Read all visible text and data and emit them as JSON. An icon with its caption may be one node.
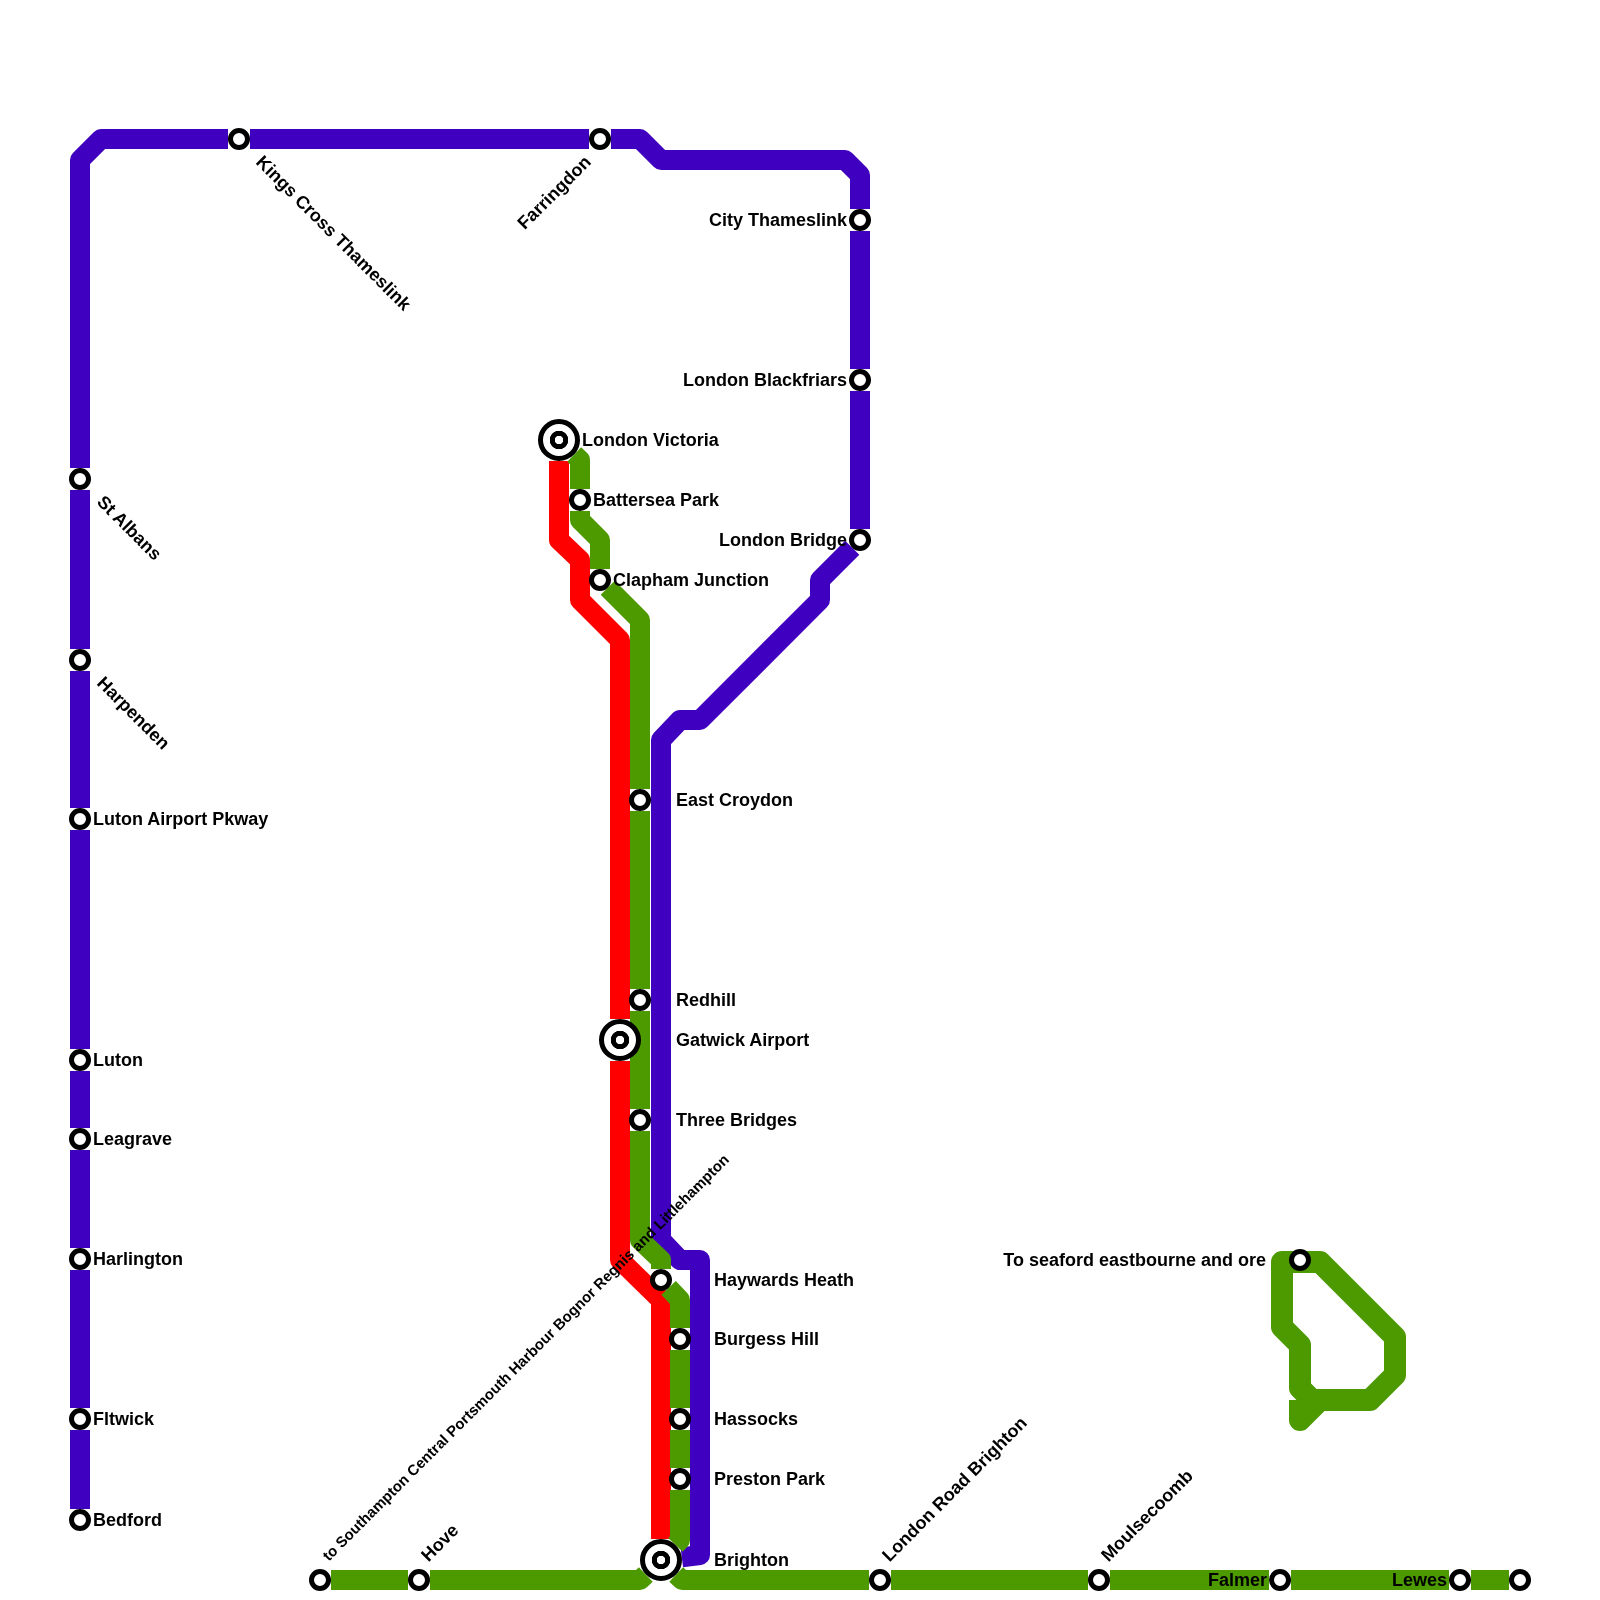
{
  "diagram": {
    "nodes": [
      {
        "text": [],
        "shape": "circle",
        "beside": [
          "Kings Cross Thameslink"
        ]
      },
      {
        "text": [],
        "shape": "circle",
        "beside": [
          "Farringdon"
        ]
      },
      {
        "text": [],
        "shape": "circle",
        "beside": [
          "City Thameslink"
        ]
      },
      {
        "text": [],
        "shape": "circle",
        "beside": [
          "London Blackfriars"
        ]
      },
      {
        "text": [],
        "shape": "circle",
        "beside": [
          "London Victoria"
        ]
      },
      {
        "text": [],
        "shape": "circle",
        "beside": [
          "St Albans"
        ]
      },
      {
        "text": [],
        "shape": "circle",
        "beside": [
          "Battersea Park"
        ]
      },
      {
        "text": [],
        "shape": "circle",
        "beside": [
          "London Bridge"
        ]
      },
      {
        "text": [],
        "shape": "circle",
        "beside": [
          "Clapham Junction"
        ]
      },
      {
        "text": [],
        "shape": "circle",
        "beside": [
          "Harpenden"
        ]
      },
      {
        "text": [],
        "shape": "circle",
        "beside": [
          "East Croydon"
        ]
      },
      {
        "text": [],
        "shape": "circle",
        "beside": [
          "Luton Airport Pkway"
        ]
      },
      {
        "text": [],
        "shape": "circle",
        "beside": [
          "Redhill"
        ]
      },
      {
        "text": [],
        "shape": "circle",
        "beside": [
          "Gatwick Airport"
        ]
      },
      {
        "text": [],
        "shape": "circle",
        "beside": [
          "Luton"
        ]
      },
      {
        "text": [],
        "shape": "circle",
        "beside": [
          "Three Bridges"
        ]
      },
      {
        "text": [],
        "shape": "circle",
        "beside": [
          "Leagrave"
        ]
      },
      {
        "text": [],
        "shape": "circle",
        "beside": [
          "To seaford eastbourne and ore"
        ]
      },
      {
        "text": [],
        "shape": "circle",
        "beside": [
          "Harlington"
        ]
      },
      {
        "text": [],
        "shape": "circle",
        "beside": [
          "Haywards Heath"
        ]
      },
      {
        "text": [],
        "shape": "circle",
        "beside": [
          "Burgess Hill"
        ]
      },
      {
        "text": [],
        "shape": "circle",
        "beside": [
          "Fltwick"
        ]
      },
      {
        "text": [],
        "shape": "circle",
        "beside": [
          "Hassocks"
        ]
      },
      {
        "text": [],
        "shape": "circle",
        "beside": [
          "Preston Park"
        ]
      },
      {
        "text": [],
        "shape": "circle",
        "beside": [
          "Bedford"
        ]
      },
      {
        "text": [],
        "shape": "circle",
        "beside": [
          "Brighton"
        ]
      },
      {
        "text": [],
        "shape": "circle",
        "beside": [
          "to Southampton Central Portsmouth Harbour Bognor Regnis and Littlehampton"
        ]
      },
      {
        "text": [],
        "shape": "circle",
        "beside": [
          "Hove"
        ]
      },
      {
        "text": [],
        "shape": "circle",
        "beside": [
          "London Road Brighton"
        ]
      },
      {
        "text": [],
        "shape": "circle",
        "beside": [
          "Moulsecoomb"
        ]
      },
      {
        "text": [],
        "shape": "circle",
        "beside": [
          "Falmer"
        ]
      },
      {
        "text": [],
        "shape": "circle",
        "beside": [
          "Lewes"
        ]
      },
      {
        "text": [],
        "shape": "circle"
      }
    ],
    "edges": [
      {
        "from": 24,
        "to": 21,
        "arrow": "none",
        "color": "#4000c0"
      },
      {
        "from": 21,
        "to": 18,
        "arrow": "none",
        "color": "#4000c0"
      },
      {
        "from": 18,
        "to": 16,
        "arrow": "none",
        "color": "#4000c0"
      },
      {
        "from": 16,
        "to": 14,
        "arrow": "none",
        "color": "#4000c0"
      },
      {
        "from": 14,
        "to": 11,
        "arrow": "none",
        "color": "#4000c0"
      },
      {
        "from": 11,
        "to": 9,
        "arrow": "none",
        "color": "#4000c0"
      },
      {
        "from": 9,
        "to": 5,
        "arrow": "none",
        "color": "#4000c0"
      },
      {
        "from": 5,
        "to": 0,
        "arrow": "none",
        "color": "#4000c0"
      },
      {
        "from": 0,
        "to": 1,
        "arrow": "none",
        "color": "#4000c0"
      },
      {
        "from": 1,
        "to": 2,
        "arrow": "none",
        "color": "#4000c0"
      },
      {
        "from": 2,
        "to": 3,
        "arrow": "none",
        "color": "#4000c0"
      },
      {
        "from": 3,
        "to": 7,
        "arrow": "none",
        "color": "#4000c0"
      },
      {
        "from": 7,
        "to": 25,
        "arrow": "none",
        "color": "#4000c0"
      },
      {
        "from": 4,
        "to": 13,
        "arrow": "none",
        "color": "#ff0000"
      },
      {
        "from": 13,
        "to": 25,
        "arrow": "none",
        "color": "#ff0000"
      },
      {
        "from": 4,
        "to": 6,
        "arrow": "none"
      },
      {
        "from": 6,
        "to": 8,
        "arrow": "none"
      },
      {
        "from": 8,
        "to": 10,
        "arrow": "none"
      },
      {
        "from": 10,
        "to": 12,
        "arrow": "none"
      },
      {
        "from": 12,
        "to": 15,
        "arrow": "none"
      },
      {
        "from": 15,
        "to": 19,
        "arrow": "none"
      },
      {
        "from": 19,
        "to": 20,
        "arrow": "none"
      },
      {
        "from": 20,
        "to": 22,
        "arrow": "none"
      },
      {
        "from": 22,
        "to": 23,
        "arrow": "none"
      },
      {
        "from": 23,
        "to": 25,
        "arrow": "none"
      },
      {
        "from": 26,
        "to": 27,
        "arrow": "none"
      },
      {
        "from": 27,
        "to": 25,
        "arrow": "none"
      },
      {
        "from": 25,
        "to": 28,
        "arrow": "none"
      },
      {
        "from": 28,
        "to": 29,
        "arrow": "none"
      },
      {
        "from": 29,
        "to": 30,
        "arrow": "none"
      },
      {
        "from": 30,
        "to": 31,
        "arrow": "none"
      },
      {
        "from": 31,
        "to": 32,
        "arrow": "none"
      }
    ]
  }
}
